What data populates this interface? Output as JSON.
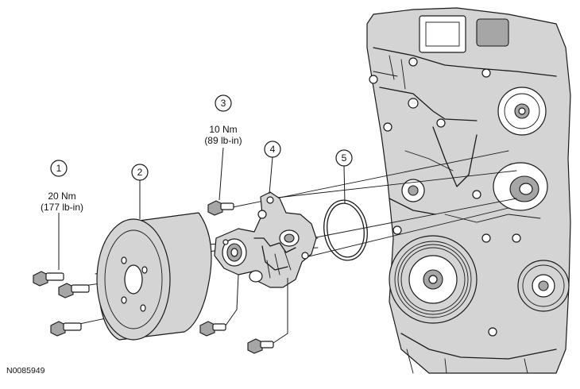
{
  "figure_id": "N0085949",
  "callouts": [
    {
      "number": "1",
      "torque_nm": "20 Nm",
      "torque_lbin": "(177 lb-in)"
    },
    {
      "number": "2"
    },
    {
      "number": "3",
      "torque_nm": "10 Nm",
      "torque_lbin": "(89 lb-in)"
    },
    {
      "number": "4"
    },
    {
      "number": "5"
    }
  ]
}
